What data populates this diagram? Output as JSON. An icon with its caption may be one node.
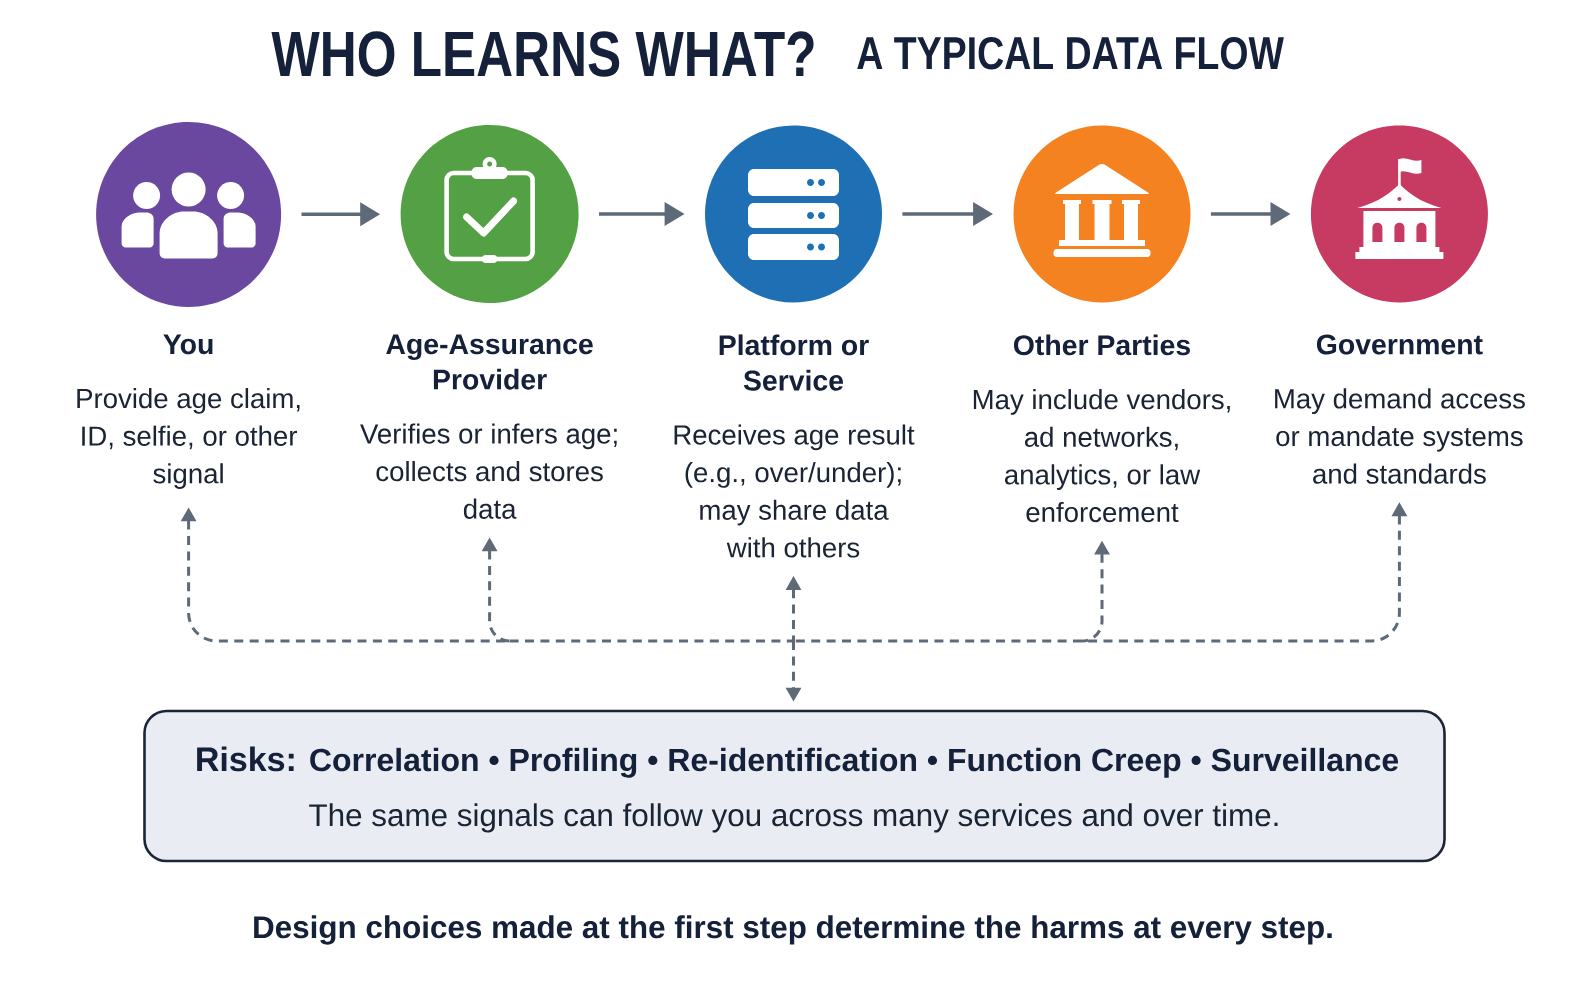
{
  "diagram": {
    "title": "WHO LEARNS WHAT?",
    "nodes": [
      {
        "text": [
          "You",
          "Provide age claim, ID, selfie, or other signal"
        ]
      },
      {
        "text": [
          "Age-Assurance Provider",
          "Verifies or infers age; collects and stores data"
        ]
      },
      {
        "text": [
          "Platform or Service",
          "Receives age result (e.g., over/under); may share data with others"
        ]
      },
      {
        "text": [
          "Other Parties",
          "May include vendors, ad networks, analytics, or law enforcement"
        ]
      },
      {
        "text": [
          "Government",
          "May demand access or mandate systems and standards"
        ]
      },
      {
        "text": [
          "Risks:",
          "Correlation • Profiling • Re-identification • Function Creep • Surveillance",
          "The same signals can follow you across many services and over time."
        ]
      }
    ],
    "edges": [
      {
        "from": 0,
        "to": 1,
        "arrow": "to"
      },
      {
        "from": 1,
        "to": 2,
        "arrow": "to"
      },
      {
        "from": 2,
        "to": 3,
        "arrow": "to"
      },
      {
        "from": 3,
        "to": 4,
        "arrow": "to"
      },
      {
        "from": 5,
        "to": 0,
        "arrow": "both",
        "style": "dashed"
      },
      {
        "from": 5,
        "to": 1,
        "arrow": "both",
        "style": "dashed"
      },
      {
        "from": 5,
        "to": 2,
        "arrow": "both",
        "style": "dashed"
      },
      {
        "from": 5,
        "to": 3,
        "arrow": "both",
        "style": "dashed"
      },
      {
        "from": 5,
        "to": 4,
        "arrow": "both",
        "style": "dashed"
      }
    ],
    "labels": [
      "A TYPICAL DATA FLOW"
    ],
    "caption": "Design choices made at the first step determine the harms at every step."
  }
}
